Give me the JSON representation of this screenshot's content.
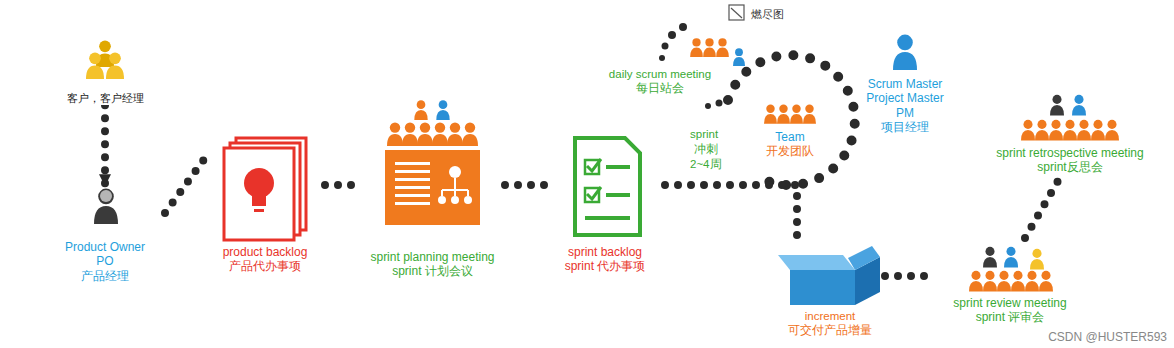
{
  "diagram": {
    "nodes": [
      {
        "text": [
          "客户，客户经理"
        ]
      },
      {
        "text": [
          "Product Owner",
          "PO",
          "产品经理"
        ]
      },
      {
        "text": [
          "product backlog",
          "产品代办事项"
        ]
      },
      {
        "text": [
          "sprint planning meeting",
          "sprint 计划会议"
        ]
      },
      {
        "text": [
          "sprint backlog",
          "sprint 代办事项"
        ]
      },
      {
        "text": [
          "daily scrum meeting",
          "每日站会"
        ]
      },
      {
        "text": [
          "Team",
          "开发团队"
        ]
      },
      {
        "text": [
          "Scrum Master",
          "Project Master",
          "PM",
          "项目经理"
        ]
      },
      {
        "text": [
          "increment",
          "可交付产品增量"
        ]
      },
      {
        "text": [
          "sprint review meeting",
          "sprint 评审会"
        ]
      },
      {
        "text": [
          "sprint retrospective meeting",
          "sprint反思会"
        ]
      }
    ],
    "edges": [
      {
        "from": 0,
        "to": 1,
        "arrow": "to"
      },
      {
        "from": 1,
        "to": 2,
        "arrow": "none"
      },
      {
        "from": 2,
        "to": 3,
        "arrow": "none"
      },
      {
        "from": 3,
        "to": 4,
        "arrow": "none"
      },
      {
        "from": 4,
        "to": 8,
        "arrow": "none"
      },
      {
        "from": 8,
        "to": 9,
        "arrow": "none"
      },
      {
        "from": 9,
        "to": 10,
        "arrow": "none"
      }
    ],
    "labels": [
      "燃尽图",
      "sprint",
      "冲刺",
      "2~4周",
      "CSDN @HUSTER593"
    ]
  }
}
